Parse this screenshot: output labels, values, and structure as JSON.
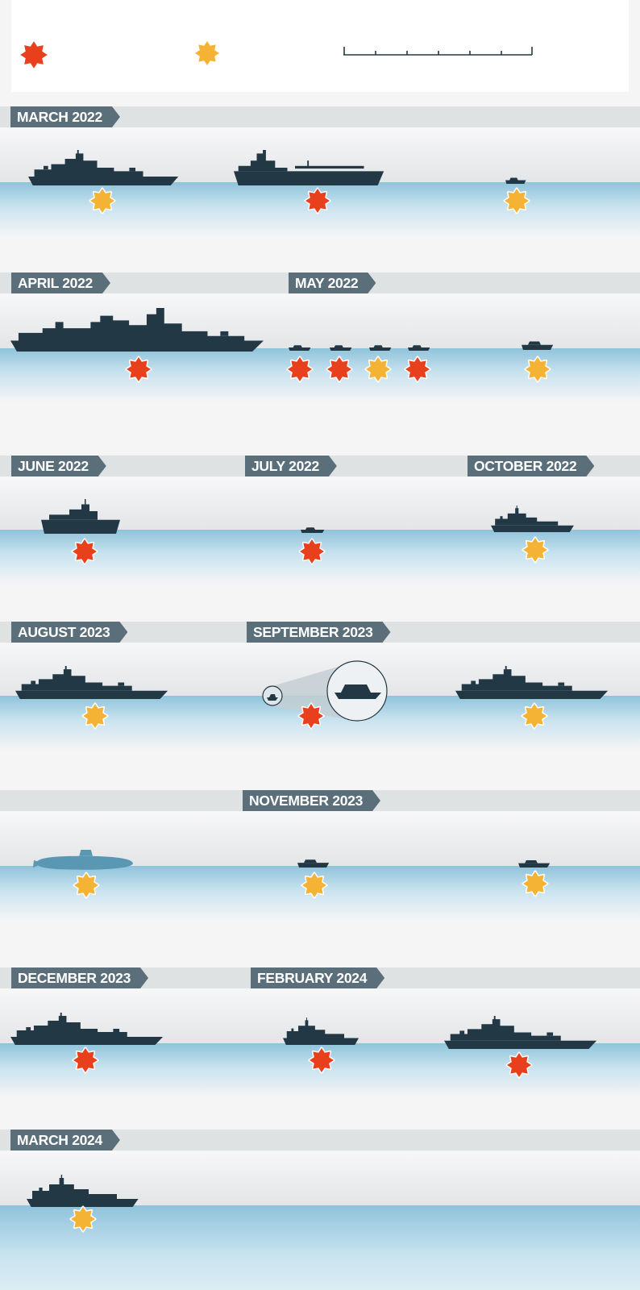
{
  "colors": {
    "destroyed": "#e8401c",
    "damaged": "#f5b335",
    "label_bg": "#5b6f7b",
    "ship": "#223845"
  },
  "legend": {
    "destroyed_icon": "red-burst-icon",
    "damaged_icon": "yellow-burst-icon",
    "scale_icon": "scale-bar-icon"
  },
  "periods": [
    {
      "label": "MARCH 2022",
      "ships": [
        {
          "status": "damaged"
        },
        {
          "status": "destroyed"
        },
        {
          "status": "damaged"
        }
      ]
    },
    {
      "label": "APRIL 2022",
      "ships": [
        {
          "status": "destroyed"
        }
      ]
    },
    {
      "label": "MAY 2022",
      "ships": [
        {
          "status": "destroyed"
        },
        {
          "status": "destroyed"
        },
        {
          "status": "damaged"
        },
        {
          "status": "destroyed"
        },
        {
          "status": "damaged"
        }
      ]
    },
    {
      "label": "JUNE 2022",
      "ships": [
        {
          "status": "destroyed"
        }
      ]
    },
    {
      "label": "JULY 2022",
      "ships": [
        {
          "status": "destroyed"
        }
      ]
    },
    {
      "label": "OCTOBER 2022",
      "ships": [
        {
          "status": "damaged"
        }
      ]
    },
    {
      "label": "AUGUST 2023",
      "ships": [
        {
          "status": "damaged"
        }
      ]
    },
    {
      "label": "SEPTEMBER 2023",
      "ships": [
        {
          "status": "destroyed"
        },
        {
          "status": "damaged"
        }
      ]
    },
    {
      "label": "NOVEMBER 2023",
      "ships": [
        {
          "status": "damaged"
        },
        {
          "status": "damaged"
        },
        {
          "status": "damaged"
        }
      ]
    },
    {
      "label": "DECEMBER 2023",
      "ships": [
        {
          "status": "destroyed"
        }
      ]
    },
    {
      "label": "FEBRUARY 2024",
      "ships": [
        {
          "status": "destroyed"
        },
        {
          "status": "destroyed"
        }
      ]
    },
    {
      "label": "MARCH 2024",
      "ships": [
        {
          "status": "damaged"
        }
      ]
    }
  ]
}
